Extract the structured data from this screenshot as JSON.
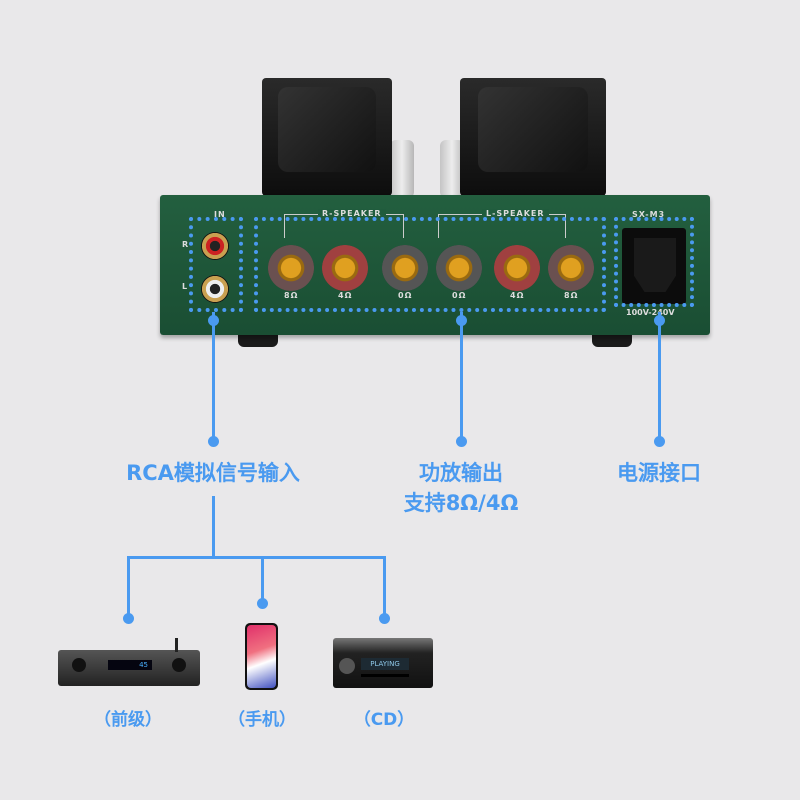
{
  "panel": {
    "in_label": "IN",
    "r_label": "R",
    "l_label": "L",
    "r_speaker": "R-SPEAKER",
    "l_speaker": "L-SPEAKER",
    "model": "SX-M3",
    "voltage": "100V-240V",
    "terminals": [
      "8Ω",
      "4Ω",
      "0Ω",
      "0Ω",
      "4Ω",
      "8Ω"
    ]
  },
  "callouts": {
    "rca": "RCA模拟信号输入",
    "amp_out_line1": "功放输出",
    "amp_out_line2": "支持8Ω/4Ω",
    "power": "电源接口"
  },
  "devices": [
    {
      "label": "（前级）",
      "display": "45"
    },
    {
      "label": "（手机）"
    },
    {
      "label": "（CD）",
      "display": "PLAYING"
    }
  ],
  "colors": {
    "accent": "#4a9af0",
    "chassis": "#1f5a3a",
    "background": "#e9e8ea"
  }
}
